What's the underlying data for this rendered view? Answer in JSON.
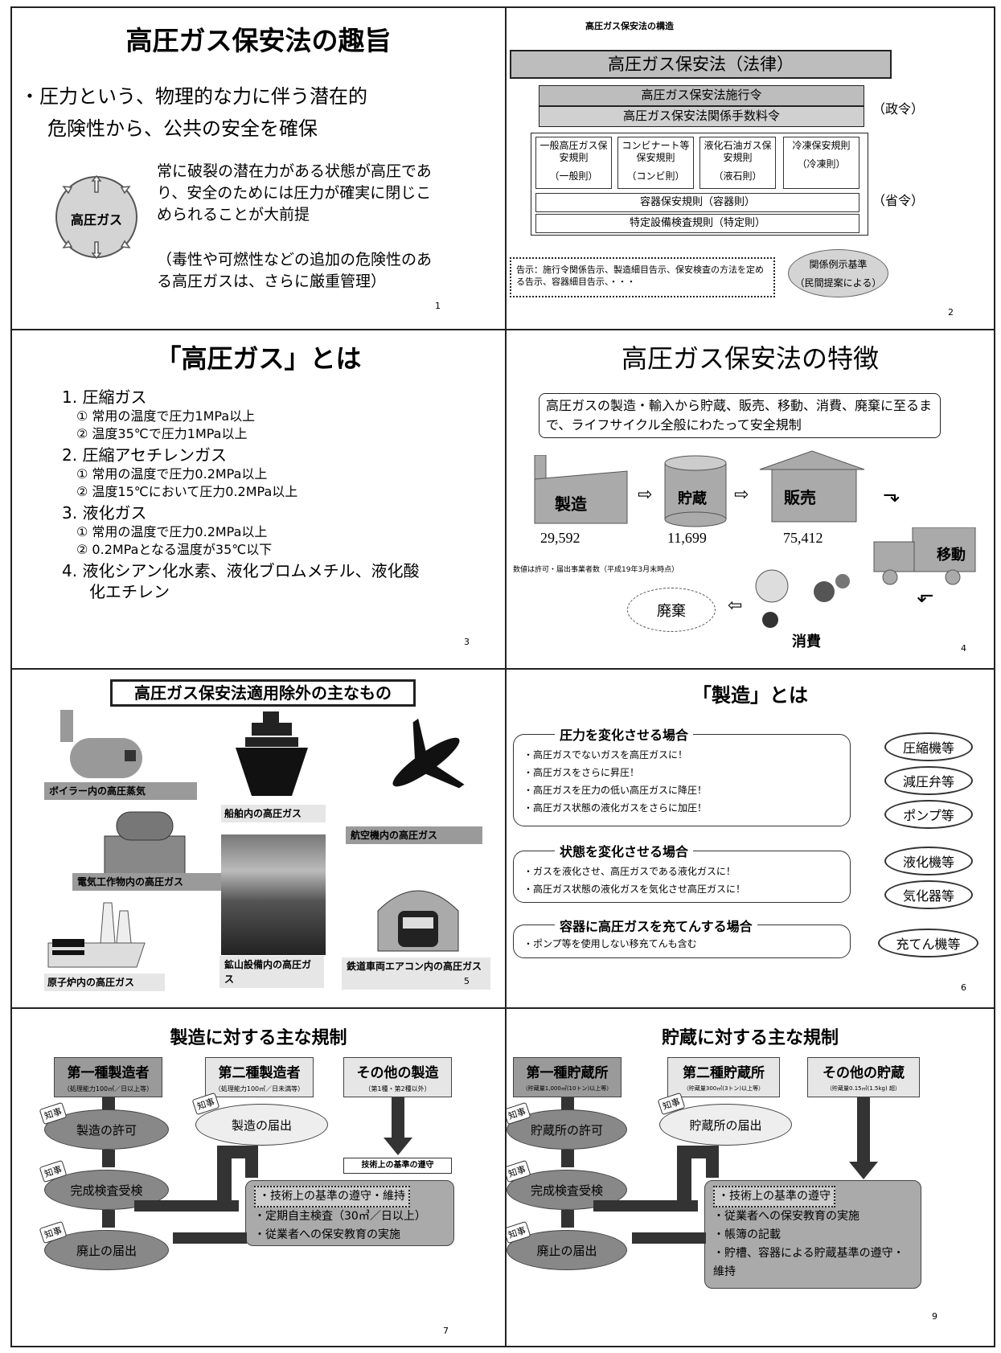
{
  "s1": {
    "title": "高圧ガス保安法の趣旨",
    "bullet_line1": "・圧力という、物理的な力に伴う潜在的",
    "bullet_line2": "危険性から、公共の安全を確保",
    "circle_label": "高圧ガス",
    "text1": "常に破裂の潜在力がある状態が高圧であり、安全のためには圧力が確実に閉じこめられることが大前提",
    "text2": "（毒性や可燃性などの追加の危険性のある高圧ガスは、さらに厳重管理）",
    "page": "1"
  },
  "s2": {
    "title": "高圧ガス保安法の構造",
    "law": "高圧ガス保安法（法律）",
    "order": "高圧ガス保安法施行令",
    "fee": "高圧ガス保安法関係手数料令",
    "gov_order": "（政令）",
    "rules": [
      {
        "name": "一般高圧ガス保安規則",
        "short": "（一般則）"
      },
      {
        "name": "コンビナート等保安規則",
        "short": "（コンビ則）"
      },
      {
        "name": "液化石油ガス保安規則",
        "short": "（液石則）"
      },
      {
        "name": "冷凍保安規則",
        "short": "（冷凍則）"
      }
    ],
    "container": "容器保安規則（容器則）",
    "specific": "特定設備検査規則（特定則）",
    "ministerial": "（省令）",
    "notice": "告示：施行令関係告示、製造細目告示、保安検査の方法を定める告示、容器細目告示、・・・",
    "example1": "関係例示基準",
    "example2": "（民間提案による）",
    "page": "2"
  },
  "s3": {
    "title": "「高圧ガス」とは",
    "items": [
      {
        "head": "1.  圧縮ガス",
        "subs": [
          "①  常用の温度で圧力1MPa以上",
          "②  温度35℃で圧力1MPa以上"
        ]
      },
      {
        "head": "2.  圧縮アセチレンガス",
        "subs": [
          "①  常用の温度で圧力0.2MPa以上",
          "②  温度15℃において圧力0.2MPa以上"
        ]
      },
      {
        "head": "3.  液化ガス",
        "subs": [
          "①  常用の温度で圧力0.2MPa以上",
          "②  0.2MPaとなる温度が35℃以下"
        ]
      }
    ],
    "item4_line1": "4.  液化シアン化水素、液化ブロムメチル、液化酸",
    "item4_line2": "化エチレン",
    "page": "3"
  },
  "s4": {
    "title": "高圧ガス保安法の特徴",
    "desc": "高圧ガスの製造・輸入から貯蔵、販売、移動、消費、廃棄に至るまで、ライフサイクル全般にわたって安全規制",
    "manufacture": "製造",
    "storage": "貯蔵",
    "sales": "販売",
    "move": "移動",
    "consume": "消費",
    "dispose": "廃棄",
    "n1": "29,592",
    "n2": "11,699",
    "n3": "75,412",
    "note": "数値は許可・届出事業者数（平成19年3月末時点）",
    "page": "4"
  },
  "s5": {
    "title": "高圧ガス保安法適用除外の主なもの",
    "boiler": "ボイラー内の高圧蒸気",
    "ship": "船舶内の高圧ガス",
    "plane": "航空機内の高圧ガス",
    "electric": "電気工作物内の高圧ガス",
    "reactor": "原子炉内の高圧ガス",
    "mine": "鉱山設備内の高圧ガス",
    "rail": "鉄道車両エアコン内の高圧ガス",
    "page": "5"
  },
  "s6": {
    "title": "「製造」とは",
    "g1_title": "圧力を変化させる場合",
    "g1_items": [
      "・高圧ガスでないガスを高圧ガスに！",
      "・高圧ガスをさらに昇圧！",
      "・高圧ガスを圧力の低い高圧ガスに降圧！",
      "・高圧ガス状態の液化ガスをさらに加圧！"
    ],
    "g2_title": "状態を変化させる場合",
    "g2_items": [
      "・ガスを液化させ、高圧ガスである液化ガスに！",
      "・高圧ガス状態の液化ガスを気化させ高圧ガスに！"
    ],
    "g3_title": "容器に高圧ガスを充てんする場合",
    "g3_items": [
      "・ポンプ等を使用しない移充てんも含む"
    ],
    "ovals": [
      "圧縮機等",
      "減圧弁等",
      "ポンプ等",
      "液化機等",
      "気化器等",
      "充てん機等"
    ],
    "page": "6"
  },
  "s7": {
    "title": "製造に対する主な規制",
    "h1": "第一種製造者",
    "h1s": "（処理能力100㎥／日以上等）",
    "h2": "第二種製造者",
    "h2s": "（処理能力100㎥／日未満等）",
    "h3": "その他の製造",
    "h3s": "（第1種・第2種以外）",
    "permit": "製造の許可",
    "notify": "製造の届出",
    "inspect": "完成検査受検",
    "abolish": "廃止の届出",
    "tag": "知事",
    "tech": "技術上の基準の遵守",
    "b1": "技術上の基準の遵守・維持",
    "b2": "定期自主検査（30㎥／日以上）",
    "b3": "従業者への保安教育の実施",
    "page": "7"
  },
  "s8": {
    "title": "貯蔵に対する主な規制",
    "h1": "第一種貯蔵所",
    "h1s": "（貯蔵量1,000㎥(10トン)以上等）",
    "h2": "第二種貯蔵所",
    "h2s": "（貯蔵量300㎥(3トン)以上等）",
    "h3": "その他の貯蔵",
    "h3s": "（貯蔵量0.15㎥(1.5kg) 超）",
    "permit": "貯蔵所の許可",
    "notify": "貯蔵所の届出",
    "inspect": "完成検査受検",
    "abolish": "廃止の届出",
    "tag": "知事",
    "b1": "技術上の基準の遵守",
    "b2": "従業者への保安教育の実施",
    "b3": "帳簿の記載",
    "b4": "貯槽、容器による貯蔵基準の遵守・維持",
    "page": "9"
  }
}
